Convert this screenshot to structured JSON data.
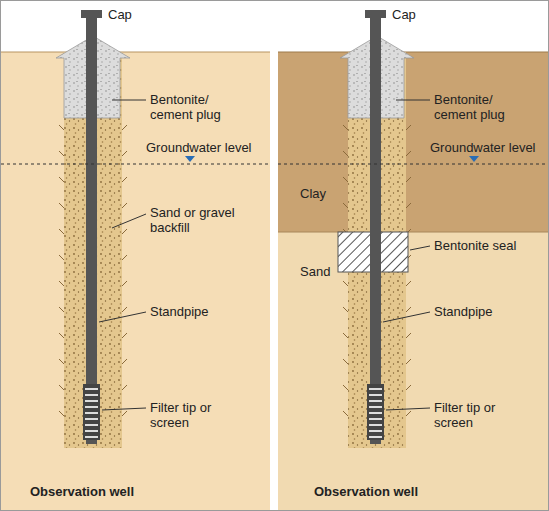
{
  "diagram": {
    "labels": [
      "Cap",
      "Bentonite/ cement plug",
      "Groundwater level",
      "Sand or gravel backfill",
      "Standpipe",
      "Filter tip or screen",
      "Observation well",
      "Cap",
      "Bentonite/ cement plug",
      "Groundwater level",
      "Clay",
      "Bentonite seal",
      "Sand",
      "Standpipe",
      "Filter tip or screen",
      "Observation well"
    ]
  }
}
